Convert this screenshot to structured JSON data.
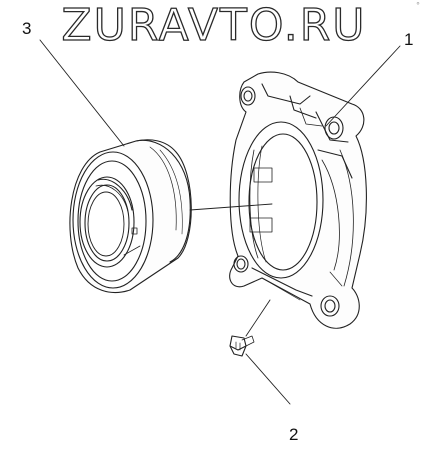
{
  "watermark": {
    "text": "ZURAVTO.RU"
  },
  "callouts": [
    {
      "number": "1",
      "part": "bearing-housing"
    },
    {
      "number": "2",
      "part": "grease-nipple"
    },
    {
      "number": "3",
      "part": "bearing"
    }
  ],
  "corner_mark": "°"
}
